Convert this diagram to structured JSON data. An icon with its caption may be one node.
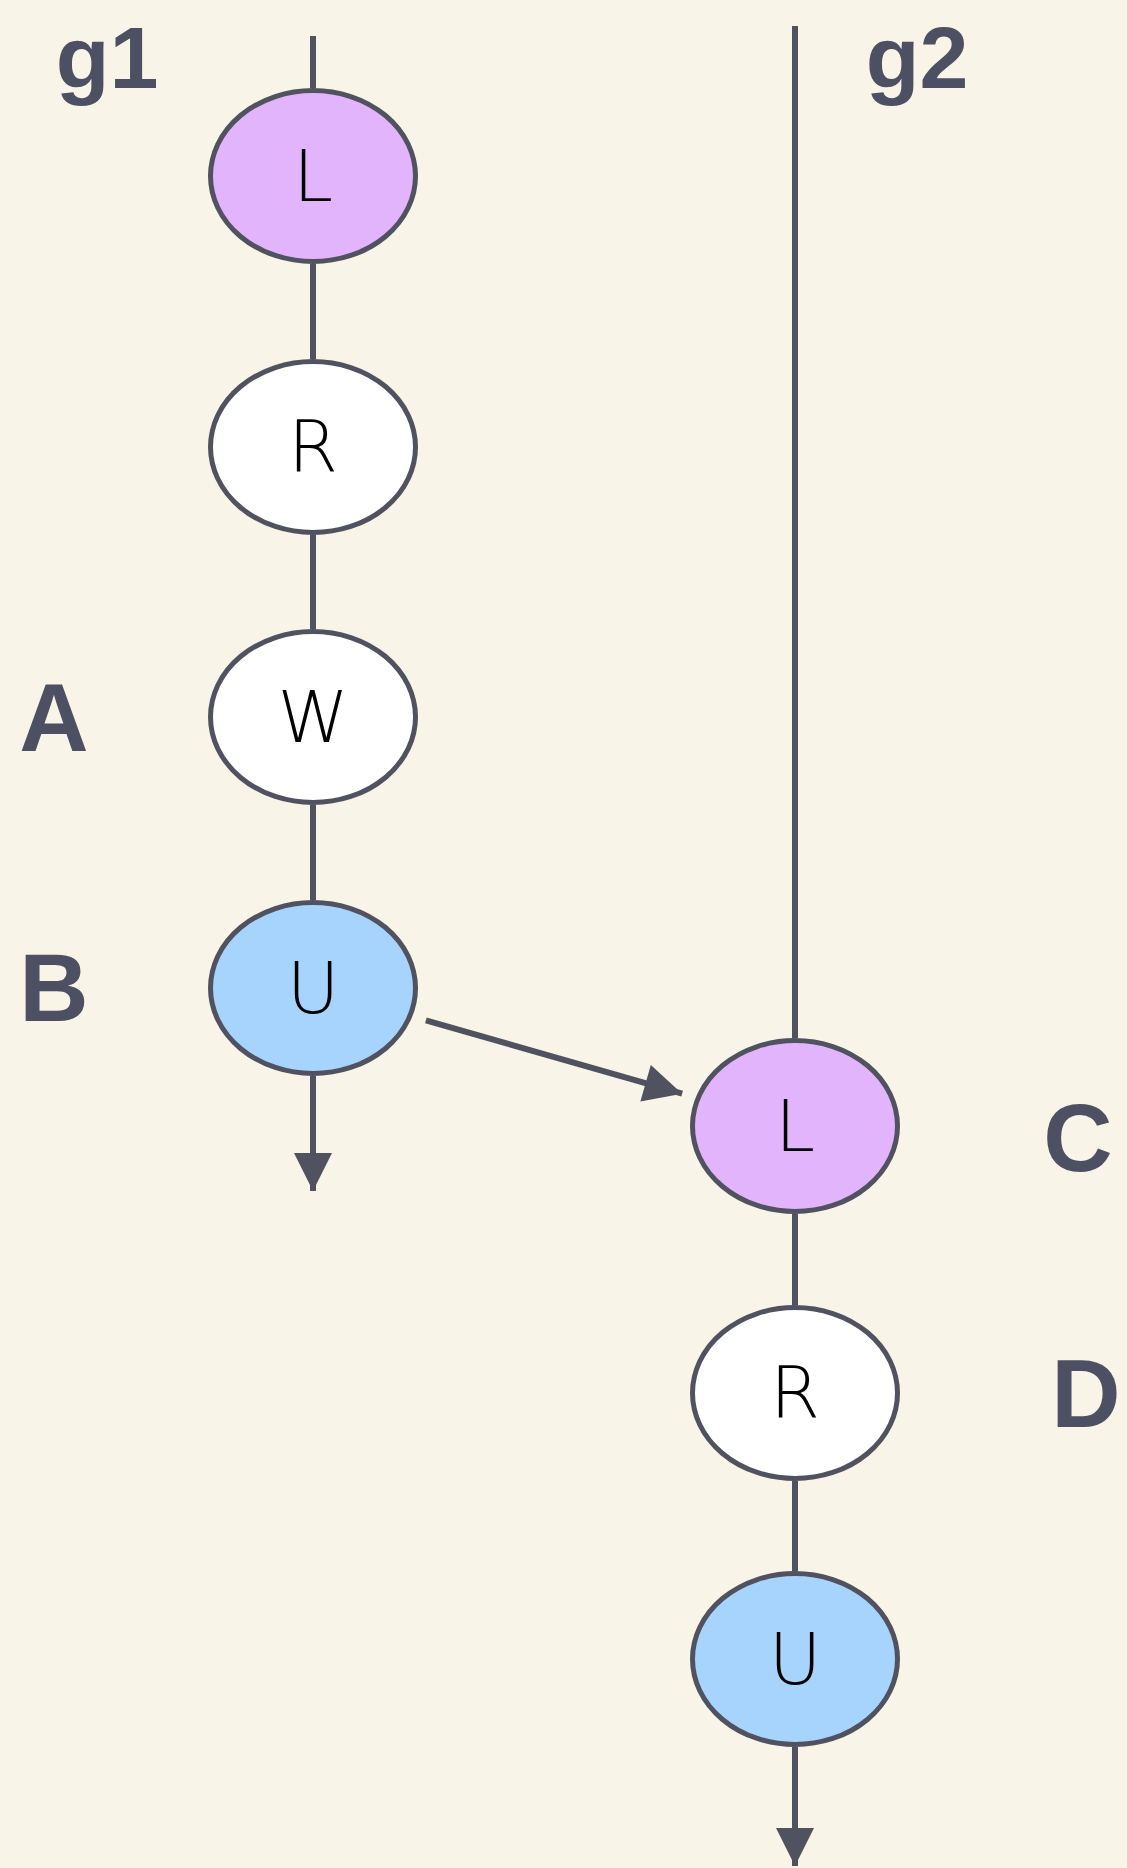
{
  "diagram": {
    "nodes": [
      {
        "text": [
          "L"
        ]
      },
      {
        "text": [
          "R"
        ]
      },
      {
        "text": [
          "W"
        ],
        "beside": [
          "A"
        ]
      },
      {
        "text": [
          "U"
        ],
        "beside": [
          "B"
        ]
      },
      {
        "text": [
          "L"
        ],
        "beside": [
          "C"
        ]
      },
      {
        "text": [
          "R"
        ],
        "beside": [
          "D"
        ]
      },
      {
        "text": [
          "U"
        ]
      }
    ],
    "edges": [
      {
        "from": null,
        "to": 0,
        "arrow": "none"
      },
      {
        "from": 0,
        "to": 1,
        "arrow": "none"
      },
      {
        "from": 1,
        "to": 2,
        "arrow": "none"
      },
      {
        "from": 2,
        "to": 3,
        "arrow": "none"
      },
      {
        "from": 3,
        "to": null,
        "arrow": "to"
      },
      {
        "from": 3,
        "to": 4,
        "arrow": "to"
      },
      {
        "from": null,
        "to": 4,
        "arrow": "none"
      },
      {
        "from": 4,
        "to": 5,
        "arrow": "none"
      },
      {
        "from": 5,
        "to": 6,
        "arrow": "none"
      },
      {
        "from": 6,
        "to": null,
        "arrow": "to"
      }
    ],
    "labels": [
      "g1",
      "g2"
    ]
  }
}
